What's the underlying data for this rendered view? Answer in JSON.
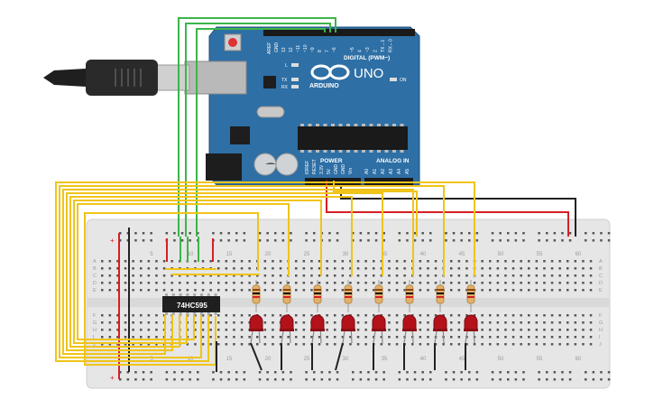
{
  "arduino": {
    "logo_text": "ARDUINO",
    "model": "UNO",
    "digital_header": "DIGITAL (PWM~)",
    "analog_header": "ANALOG IN",
    "power_header": "POWER",
    "aref": "AREF",
    "gnd": "GND",
    "pin_labels": [
      "13",
      "12",
      "~11",
      "~10",
      "~9",
      "8",
      "7",
      "~6",
      "~5",
      "4",
      "~3",
      "2",
      "TX→1",
      "RX←0"
    ],
    "power_pins": [
      "IOREF",
      "RESET",
      "3.3V",
      "5V",
      "GND",
      "GND",
      "Vin"
    ],
    "analog_pins": [
      "A0",
      "A1",
      "A2",
      "A3",
      "A4",
      "A5"
    ],
    "led_labels": [
      "L",
      "TX",
      "RX",
      "ON"
    ]
  },
  "ic": {
    "label": "74HC595"
  },
  "breadboard": {
    "column_numbers": [
      "5",
      "10",
      "15",
      "20",
      "25",
      "30",
      "35",
      "40",
      "45",
      "50",
      "55",
      "60"
    ],
    "row_letters_top": [
      "A",
      "B",
      "C",
      "D",
      "E"
    ],
    "row_letters_bottom": [
      "F",
      "G",
      "H",
      "I",
      "J"
    ],
    "rail_plus": "+",
    "rail_minus": "-"
  },
  "colors": {
    "board": "#2e6fa5",
    "wire_green": "#3cb54a",
    "wire_yellow": "#f0c419",
    "wire_red": "#d51f26",
    "wire_black": "#222222",
    "led_red": "#b3121b",
    "breadboard": "#e6e6e6"
  }
}
